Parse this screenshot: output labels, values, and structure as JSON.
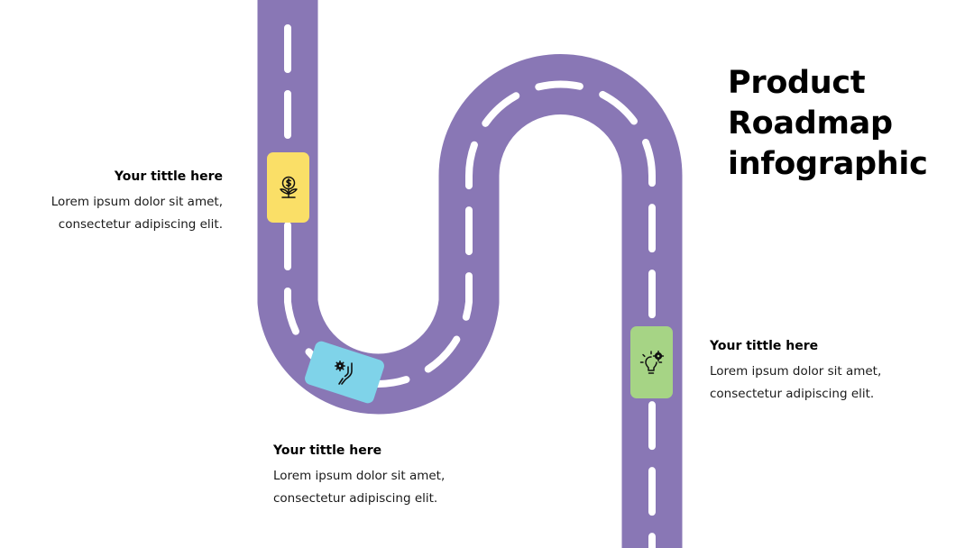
{
  "title": {
    "line1": "Product",
    "line2": "Roadmap",
    "line3": "infographic"
  },
  "colors": {
    "road": "#8977b5",
    "lane": "#ffffff",
    "car_yellow": "#fadf67",
    "car_blue": "#7fd3e9",
    "car_green": "#a6d485"
  },
  "milestones": [
    {
      "title": "Your tittle here",
      "body_line1": "Lorem ipsum dolor sit amet,",
      "body_line2": "consectetur adipiscing elit.",
      "icon": "money-growth-icon"
    },
    {
      "title": "Your tittle here",
      "body_line1": "Lorem ipsum dolor sit amet,",
      "body_line2": "consectetur adipiscing elit.",
      "icon": "hand-gear-icon"
    },
    {
      "title": "Your tittle here",
      "body_line1": "Lorem ipsum dolor sit amet,",
      "body_line2": "consectetur adipiscing elit.",
      "icon": "lightbulb-gear-icon"
    }
  ]
}
